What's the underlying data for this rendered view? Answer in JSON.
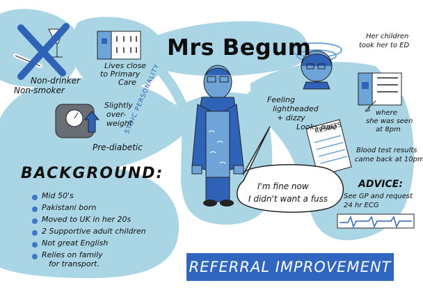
{
  "title": "Mrs Begum",
  "tags": {
    "non_drinker": "Non-drinker",
    "non_smoker": "Non-smoker",
    "lives_close": [
      "Lives close",
      "to Primary",
      "Care"
    ],
    "weight": [
      "Slightly",
      "over-",
      "weight"
    ],
    "pre_diabetic": "Pre-diabetic",
    "stoic": "STOIC PERSONALITY"
  },
  "symptoms": [
    "Feeling",
    "lightheaded",
    "+ dizzy",
    "Looks pale"
  ],
  "children": [
    "Her children",
    "took her to ED"
  ],
  "seen": [
    "where",
    "she was seen",
    "at 8pm"
  ],
  "results_label": "RESULTS",
  "blood_test": [
    "Blood test results",
    "came back at 10pm"
  ],
  "advice": {
    "title": "ADVICE:",
    "lines": [
      "See GP and request",
      "24 hr ECG"
    ]
  },
  "quote": [
    "I'm fine now",
    "I didn't want a fuss"
  ],
  "background": {
    "title": "BACKGROUND:",
    "items": [
      "Mid 50's",
      "Pakistani born",
      "Moved to UK in her 20s",
      "2 Supportive adult children",
      "Not great English",
      "Relies on family",
      "for transport."
    ]
  },
  "banner": "REFERRAL IMPROVEMENT",
  "colors": {
    "light_blue": "#a9d5e5",
    "mid_blue": "#5f96d6",
    "dark_blue": "#2f63b8",
    "banner": "#3166c0",
    "ink": "#111111"
  }
}
